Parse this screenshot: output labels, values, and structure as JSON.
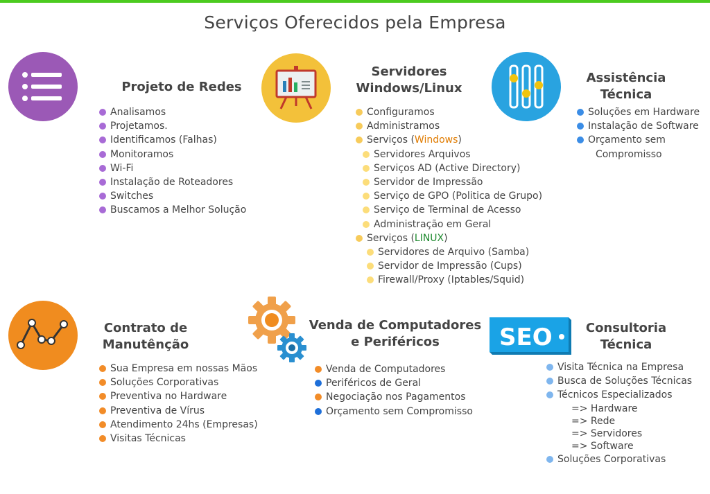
{
  "page_title": "Serviços Oferecidos pela Empresa",
  "colors": {
    "top_bar": "#4ccb1f",
    "purple": "#9b59b6",
    "yellow": "#f3c13a",
    "blue": "#29a3e0",
    "orange": "#f08c1f"
  },
  "sections": {
    "redes": {
      "icon": "list-icon",
      "heading": "Projeto de Redes",
      "items": [
        "Analisamos",
        "Projetamos.",
        "Identificamos (Falhas)",
        "Monitoramos",
        "Wi-Fi",
        "Instalação de Roteadores",
        "Switches",
        "Buscamos a Melhor Solução"
      ]
    },
    "servidores": {
      "icon": "presentation-board-icon",
      "heading_line1": "Servidores",
      "heading_line2": "Windows/Linux",
      "items": [
        "Configuramos",
        "Administramos"
      ],
      "windows_prefix": "Serviços (",
      "windows_word": "Windows",
      "windows_suffix": ")",
      "windows_items": [
        "Servidores Arquivos",
        "Serviços AD (Active Directory)",
        "Servidor de Impressão",
        "Serviço de GPO (Politica de Grupo)",
        "Serviço de Terminal de Acesso",
        "Administração em Geral"
      ],
      "linux_prefix": "Serviços (",
      "linux_word": "LINUX",
      "linux_suffix": ")",
      "linux_items": [
        "Servidores de Arquivo (Samba)",
        "Servidor de Impressão (Cups)",
        "Firewall/Proxy (Iptables/Squid)"
      ]
    },
    "assistencia": {
      "icon": "sliders-icon",
      "heading_line1": "Assistência",
      "heading_line2": "Técnica",
      "items": [
        "Soluções em Hardware",
        "Instalação de Software",
        "Orçamento sem"
      ],
      "continuation": "Compromisso"
    },
    "contrato": {
      "icon": "line-chart-icon",
      "heading_line1": "Contrato de",
      "heading_line2": "Manutênção",
      "items": [
        "Sua Empresa em nossas Mãos",
        "Soluções Corporativas",
        "Preventiva no Hardware",
        "Preventiva de Vírus",
        "Atendimento 24hs (Empresas)",
        "Visitas Técnicas"
      ]
    },
    "venda": {
      "icon": "gears-icon",
      "heading_line1": "Venda de Computadores",
      "heading_line2": "e Periféricos",
      "items": [
        "Venda de Computadores",
        "Periféricos de Geral",
        "Negociação nos Pagamentos",
        "Orçamento sem Compromisso"
      ]
    },
    "consultoria": {
      "icon": "seo-badge-icon",
      "icon_text": "SEO",
      "heading_line1": "Consultoria",
      "heading_line2": "Técnica",
      "items": [
        "Visita Técnica na Empresa",
        "Busca de Soluções Técnicas",
        "Técnicos Especializados"
      ],
      "sub_items": [
        "=> Hardware",
        "=> Rede",
        "=> Servidores",
        "=> Software"
      ],
      "last_item": "Soluções Corporativas"
    }
  }
}
